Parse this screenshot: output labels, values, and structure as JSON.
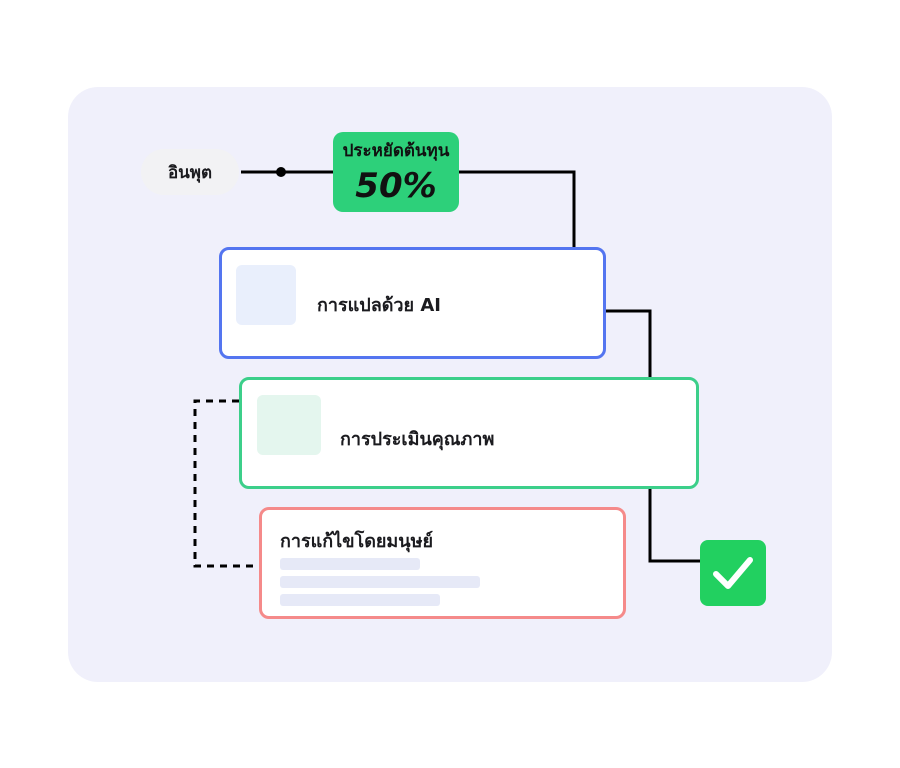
{
  "input": {
    "label": "อินพุต"
  },
  "savings": {
    "label": "ประหยัดต้นทุน",
    "value": "50%"
  },
  "steps": [
    {
      "title": "การแปลด้วย AI"
    },
    {
      "title": "การประเมินคุณภาพ"
    },
    {
      "title": "การแก้ไขโดยมนุษย์"
    }
  ],
  "colors": {
    "panel": "#f0f0fb",
    "savings": "#2dd07a",
    "ai_translation": "#5475f0",
    "quality_evaluation": "#3ccf8a",
    "human_editing": "#f58a8a",
    "done": "#22d060"
  },
  "icons": {
    "done": "check-icon"
  }
}
